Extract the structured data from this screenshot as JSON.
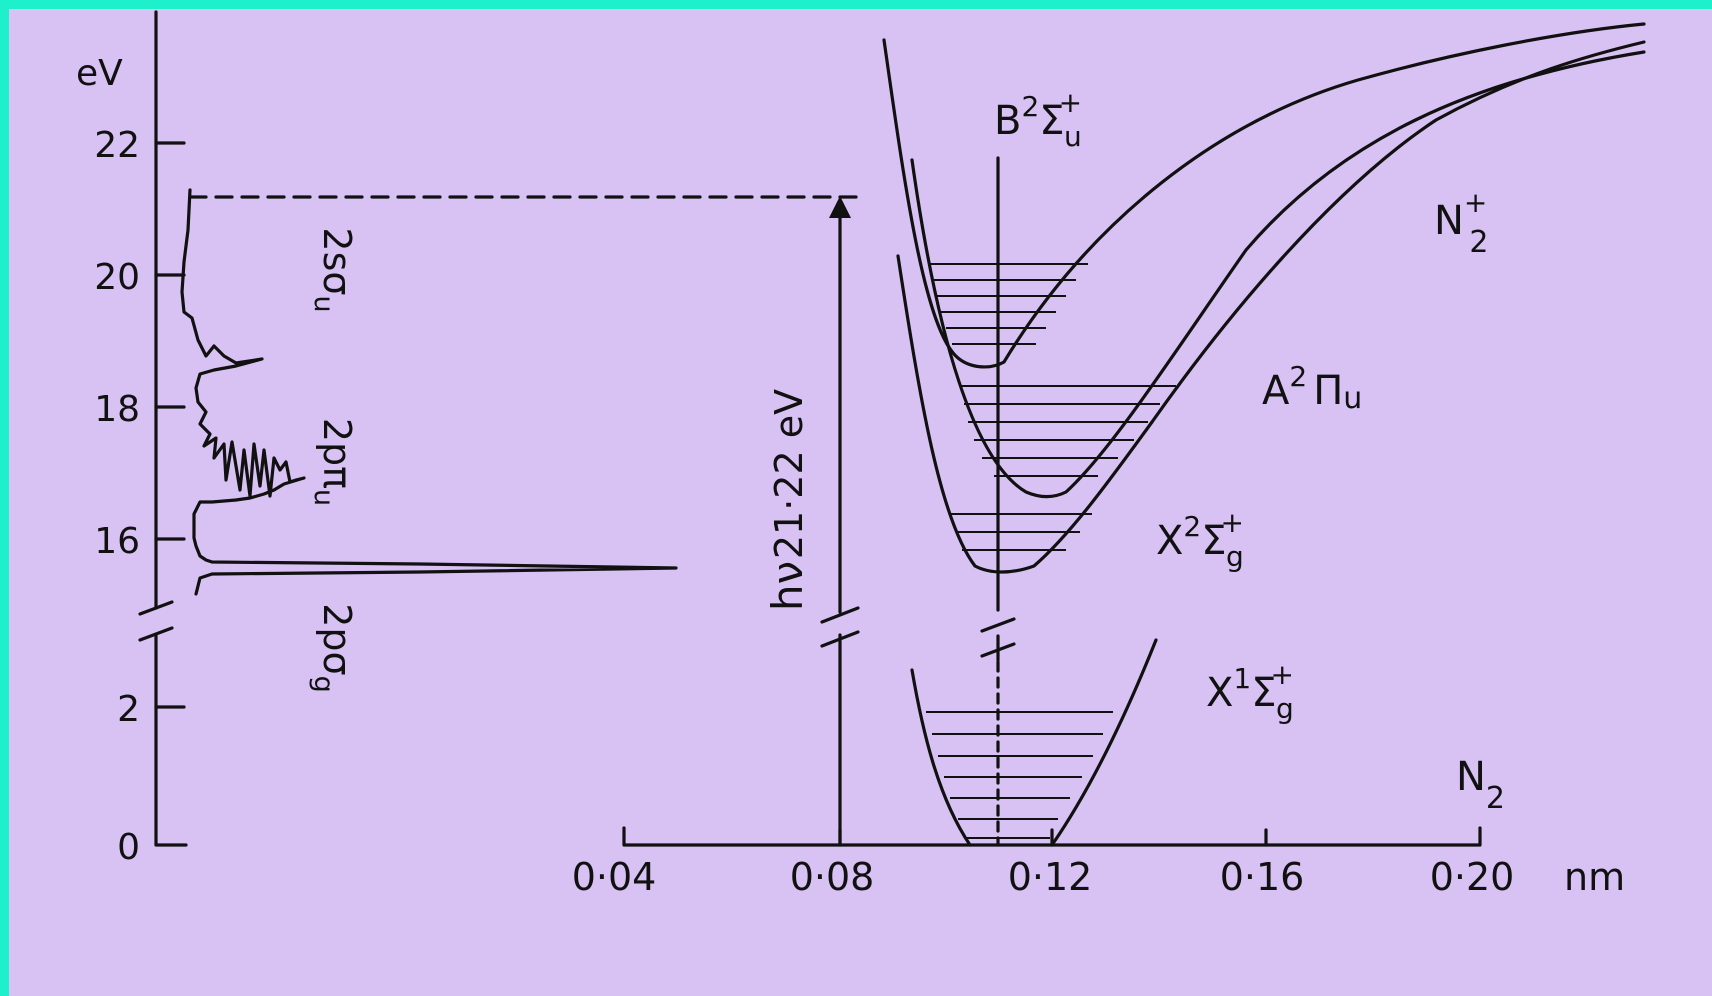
{
  "colors": {
    "border": "#1ef0cc",
    "background": "#d8c2f4",
    "ink": "#111111"
  },
  "y_axis": {
    "unit": "eV",
    "upper_ticks": [
      "22",
      "20",
      "18",
      "16"
    ],
    "lower_ticks": [
      "2",
      "0"
    ]
  },
  "x_axis": {
    "unit": "nm",
    "ticks": [
      "0·04",
      "0·08",
      "0·12",
      "0·16",
      "0·20"
    ]
  },
  "spectrum_labels": {
    "band1": {
      "main": "2sσ",
      "sub": "u"
    },
    "band2": {
      "main": "2pπ",
      "sub": "u"
    },
    "band3": {
      "main": "2pσ",
      "sub": "g"
    }
  },
  "photon": {
    "symbol": "hν",
    "energy": "21·22 eV"
  },
  "states": {
    "B": {
      "letter": "B",
      "sup": "2",
      "sym": "Σ",
      "sub": "u",
      "plus": "+"
    },
    "A": {
      "letter": "A",
      "sup": "2",
      "sym": "Π",
      "sub": "u"
    },
    "X2": {
      "letter": "X",
      "sup": "2",
      "sym": "Σ",
      "sub": "g",
      "plus": "+"
    },
    "X1": {
      "letter": "X",
      "sup": "1",
      "sym": "Σ",
      "sub": "g",
      "plus": "+"
    }
  },
  "molecules": {
    "ion": {
      "base": "N",
      "sub": "2",
      "sup": "+"
    },
    "neutral": {
      "base": "N",
      "sub": "2"
    }
  }
}
